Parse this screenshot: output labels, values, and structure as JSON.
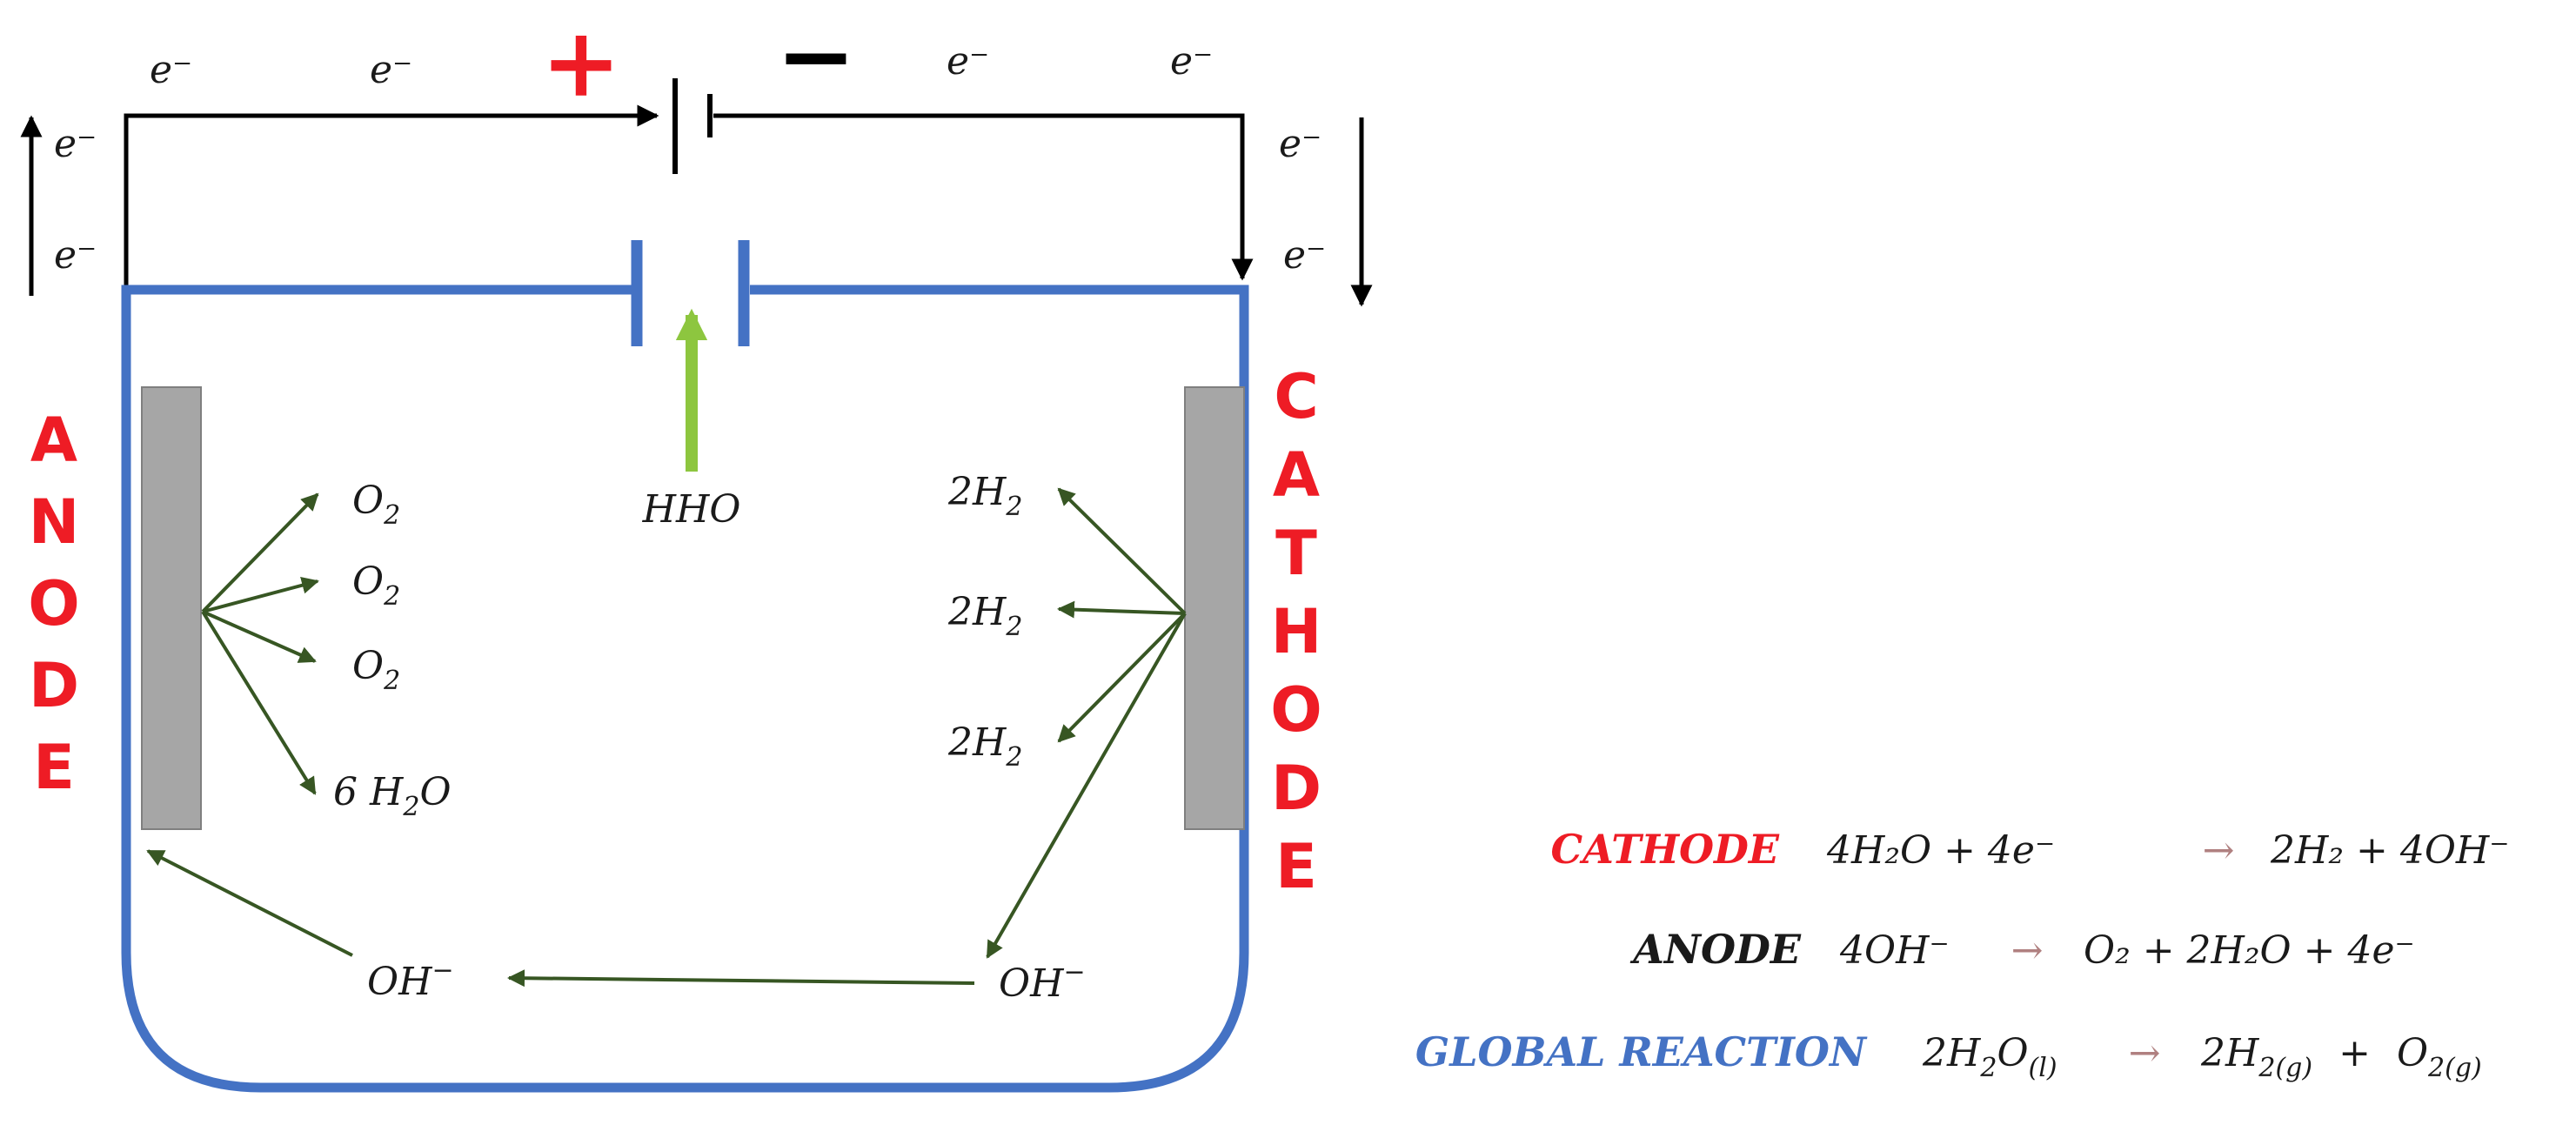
{
  "colors": {
    "anode_label": "#ee1c25",
    "cathode_label": "#ee1c25",
    "cell": "#4472c4",
    "electrode": "#a6a6a6",
    "electrode_edge": "#7f7f7f",
    "reaction_arrow": "#375623",
    "hho_arrow": "#8dc63f",
    "plus": "#ee1c25",
    "wire": "#000000",
    "eq_arrow": "#b08080",
    "global_label": "#4472c4"
  },
  "circuit": {
    "electron": "e⁻",
    "plus_sign": "+",
    "minus_sign": "−"
  },
  "electrodes": {
    "anode_label": "ANODE",
    "cathode_label": "CATHODE"
  },
  "gas_outlet": {
    "label": "HHO"
  },
  "anode_products": {
    "o2_main": "O",
    "o2_sub": "2",
    "water_coef": "6 ",
    "water_main": "H",
    "water_sub": "2",
    "water_tail": "O"
  },
  "cathode_products": {
    "h2_coef": "2",
    "h2_main": "H",
    "h2_sub": "2"
  },
  "hydroxide": {
    "main": "OH",
    "sup": "−"
  },
  "equations": {
    "cathode": {
      "label": "CATHODE",
      "left": "4H₂O  +  4e⁻",
      "arrow": "→",
      "right": "2H₂  +  4OH⁻"
    },
    "anode": {
      "label": "ANODE",
      "left": "4OH⁻",
      "arrow": "→",
      "right": "O₂  +  2H₂O  +  4e⁻"
    },
    "global": {
      "label": "GLOBAL REACTION",
      "t1": "2H",
      "t1_sub": "2",
      "t2": "O",
      "t2_sub": "(l)",
      "arrow": "→",
      "t3": "2H",
      "t3_sub": "2(g)",
      "plus": "+",
      "t4": "O",
      "t4_sub": "2(g)"
    }
  }
}
